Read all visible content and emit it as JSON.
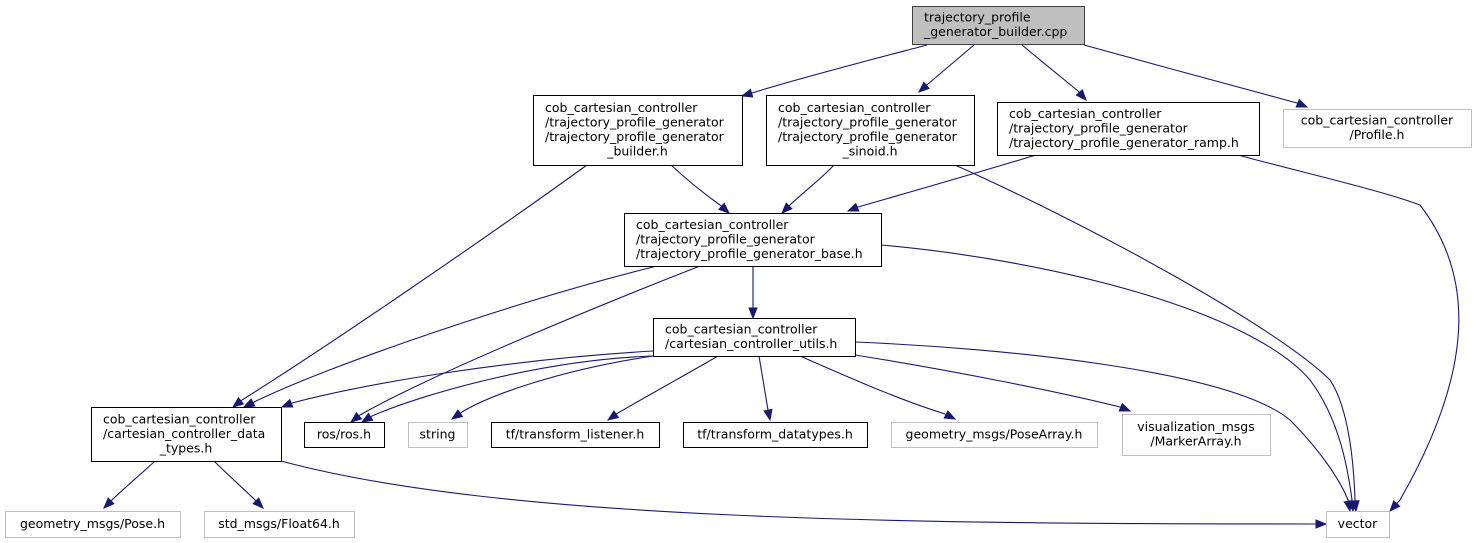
{
  "title": "Include dependency graph for trajectory_profile_generator_builder.cpp",
  "colors": {
    "edge": "#191970",
    "root_fill": "#bfbfbf",
    "documented_border": "#000000",
    "external_border": "#bfbfbf",
    "node_fill": "#ffffff"
  },
  "nodes": [
    {
      "id": "root",
      "kind": "root",
      "lines": [
        "trajectory_profile",
        "_generator_builder.cpp"
      ]
    },
    {
      "id": "builder_h",
      "kind": "documented",
      "lines": [
        "cob_cartesian_controller",
        "/trajectory_profile_generator",
        "/trajectory_profile_generator",
        "_builder.h"
      ]
    },
    {
      "id": "sinoid_h",
      "kind": "documented",
      "lines": [
        "cob_cartesian_controller",
        "/trajectory_profile_generator",
        "/trajectory_profile_generator",
        "_sinoid.h"
      ]
    },
    {
      "id": "ramp_h",
      "kind": "documented",
      "lines": [
        "cob_cartesian_controller",
        "/trajectory_profile_generator",
        "/trajectory_profile_generator_ramp.h"
      ]
    },
    {
      "id": "profile_h",
      "kind": "external",
      "lines": [
        "cob_cartesian_controller",
        "/Profile.h"
      ]
    },
    {
      "id": "base_h",
      "kind": "documented",
      "lines": [
        "cob_cartesian_controller",
        "/trajectory_profile_generator",
        "/trajectory_profile_generator_base.h"
      ]
    },
    {
      "id": "utils_h",
      "kind": "documented",
      "lines": [
        "cob_cartesian_controller",
        "/cartesian_controller_utils.h"
      ]
    },
    {
      "id": "data_types_h",
      "kind": "documented",
      "lines": [
        "cob_cartesian_controller",
        "/cartesian_controller_data",
        "_types.h"
      ]
    },
    {
      "id": "ros_h",
      "kind": "documented",
      "lines": [
        "ros/ros.h"
      ]
    },
    {
      "id": "string",
      "kind": "external",
      "lines": [
        "string"
      ]
    },
    {
      "id": "tf_listener_h",
      "kind": "documented",
      "lines": [
        "tf/transform_listener.h"
      ]
    },
    {
      "id": "tf_datatypes_h",
      "kind": "documented",
      "lines": [
        "tf/transform_datatypes.h"
      ]
    },
    {
      "id": "pose_array_h",
      "kind": "external",
      "lines": [
        "geometry_msgs/PoseArray.h"
      ]
    },
    {
      "id": "marker_array_h",
      "kind": "external",
      "lines": [
        "visualization_msgs",
        "/MarkerArray.h"
      ]
    },
    {
      "id": "pose_h",
      "kind": "external",
      "lines": [
        "geometry_msgs/Pose.h"
      ]
    },
    {
      "id": "float64_h",
      "kind": "external",
      "lines": [
        "std_msgs/Float64.h"
      ]
    },
    {
      "id": "vector",
      "kind": "external",
      "lines": [
        "vector"
      ]
    }
  ],
  "edges": [
    {
      "from": "root",
      "to": "builder_h"
    },
    {
      "from": "root",
      "to": "sinoid_h"
    },
    {
      "from": "root",
      "to": "ramp_h"
    },
    {
      "from": "root",
      "to": "profile_h"
    },
    {
      "from": "builder_h",
      "to": "base_h"
    },
    {
      "from": "builder_h",
      "to": "data_types_h"
    },
    {
      "from": "sinoid_h",
      "to": "base_h"
    },
    {
      "from": "sinoid_h",
      "to": "vector"
    },
    {
      "from": "ramp_h",
      "to": "base_h"
    },
    {
      "from": "ramp_h",
      "to": "vector"
    },
    {
      "from": "base_h",
      "to": "utils_h"
    },
    {
      "from": "base_h",
      "to": "data_types_h"
    },
    {
      "from": "base_h",
      "to": "ros_h"
    },
    {
      "from": "base_h",
      "to": "vector"
    },
    {
      "from": "utils_h",
      "to": "data_types_h"
    },
    {
      "from": "utils_h",
      "to": "ros_h"
    },
    {
      "from": "utils_h",
      "to": "string"
    },
    {
      "from": "utils_h",
      "to": "tf_listener_h"
    },
    {
      "from": "utils_h",
      "to": "tf_datatypes_h"
    },
    {
      "from": "utils_h",
      "to": "pose_array_h"
    },
    {
      "from": "utils_h",
      "to": "marker_array_h"
    },
    {
      "from": "utils_h",
      "to": "vector"
    },
    {
      "from": "data_types_h",
      "to": "pose_h"
    },
    {
      "from": "data_types_h",
      "to": "float64_h"
    },
    {
      "from": "data_types_h",
      "to": "vector"
    }
  ]
}
